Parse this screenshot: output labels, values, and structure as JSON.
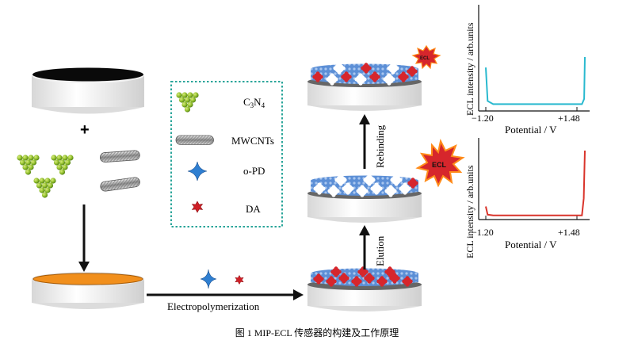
{
  "legend": {
    "items": [
      {
        "label": "C₃N₄"
      },
      {
        "label": "MWCNTs"
      },
      {
        "label": "o-PD"
      },
      {
        "label": "DA"
      }
    ]
  },
  "left": {
    "plus": "+"
  },
  "arrows": {
    "electropolymerization": "Electropolymerization",
    "elution": "Elution",
    "rebinding": "Rebinding"
  },
  "badges": {
    "ecl_small": "ECL",
    "ecl_large": "ECL"
  },
  "plots": {
    "y_label": "ECL intensity / arb.units",
    "x_label": "Potential / V",
    "tick_left": "−1.20",
    "tick_right": "+1.48",
    "colors": {
      "top": "#29b9cf",
      "bottom": "#d9342b"
    }
  },
  "chart_data": [
    {
      "type": "line",
      "title": "",
      "xlabel": "Potential / V",
      "ylabel": "ECL intensity / arb.units",
      "x": [
        -1.2,
        -1.15,
        -1.0,
        0.0,
        1.0,
        1.4,
        1.46,
        1.48
      ],
      "series": [
        {
          "values": [
            0.4,
            0.08,
            0.05,
            0.05,
            0.05,
            0.05,
            0.1,
            0.5
          ]
        }
      ]
    },
    {
      "type": "line",
      "title": "",
      "xlabel": "Potential / V",
      "ylabel": "ECL intensity / arb.units",
      "x": [
        -1.2,
        -1.15,
        -1.0,
        0.0,
        1.0,
        1.4,
        1.45,
        1.48
      ],
      "series": [
        {
          "values": [
            0.18,
            0.06,
            0.05,
            0.05,
            0.05,
            0.05,
            0.3,
            1.0
          ]
        }
      ]
    }
  ],
  "caption": "图 1    MIP-ECL 传感器的构建及工作原理"
}
